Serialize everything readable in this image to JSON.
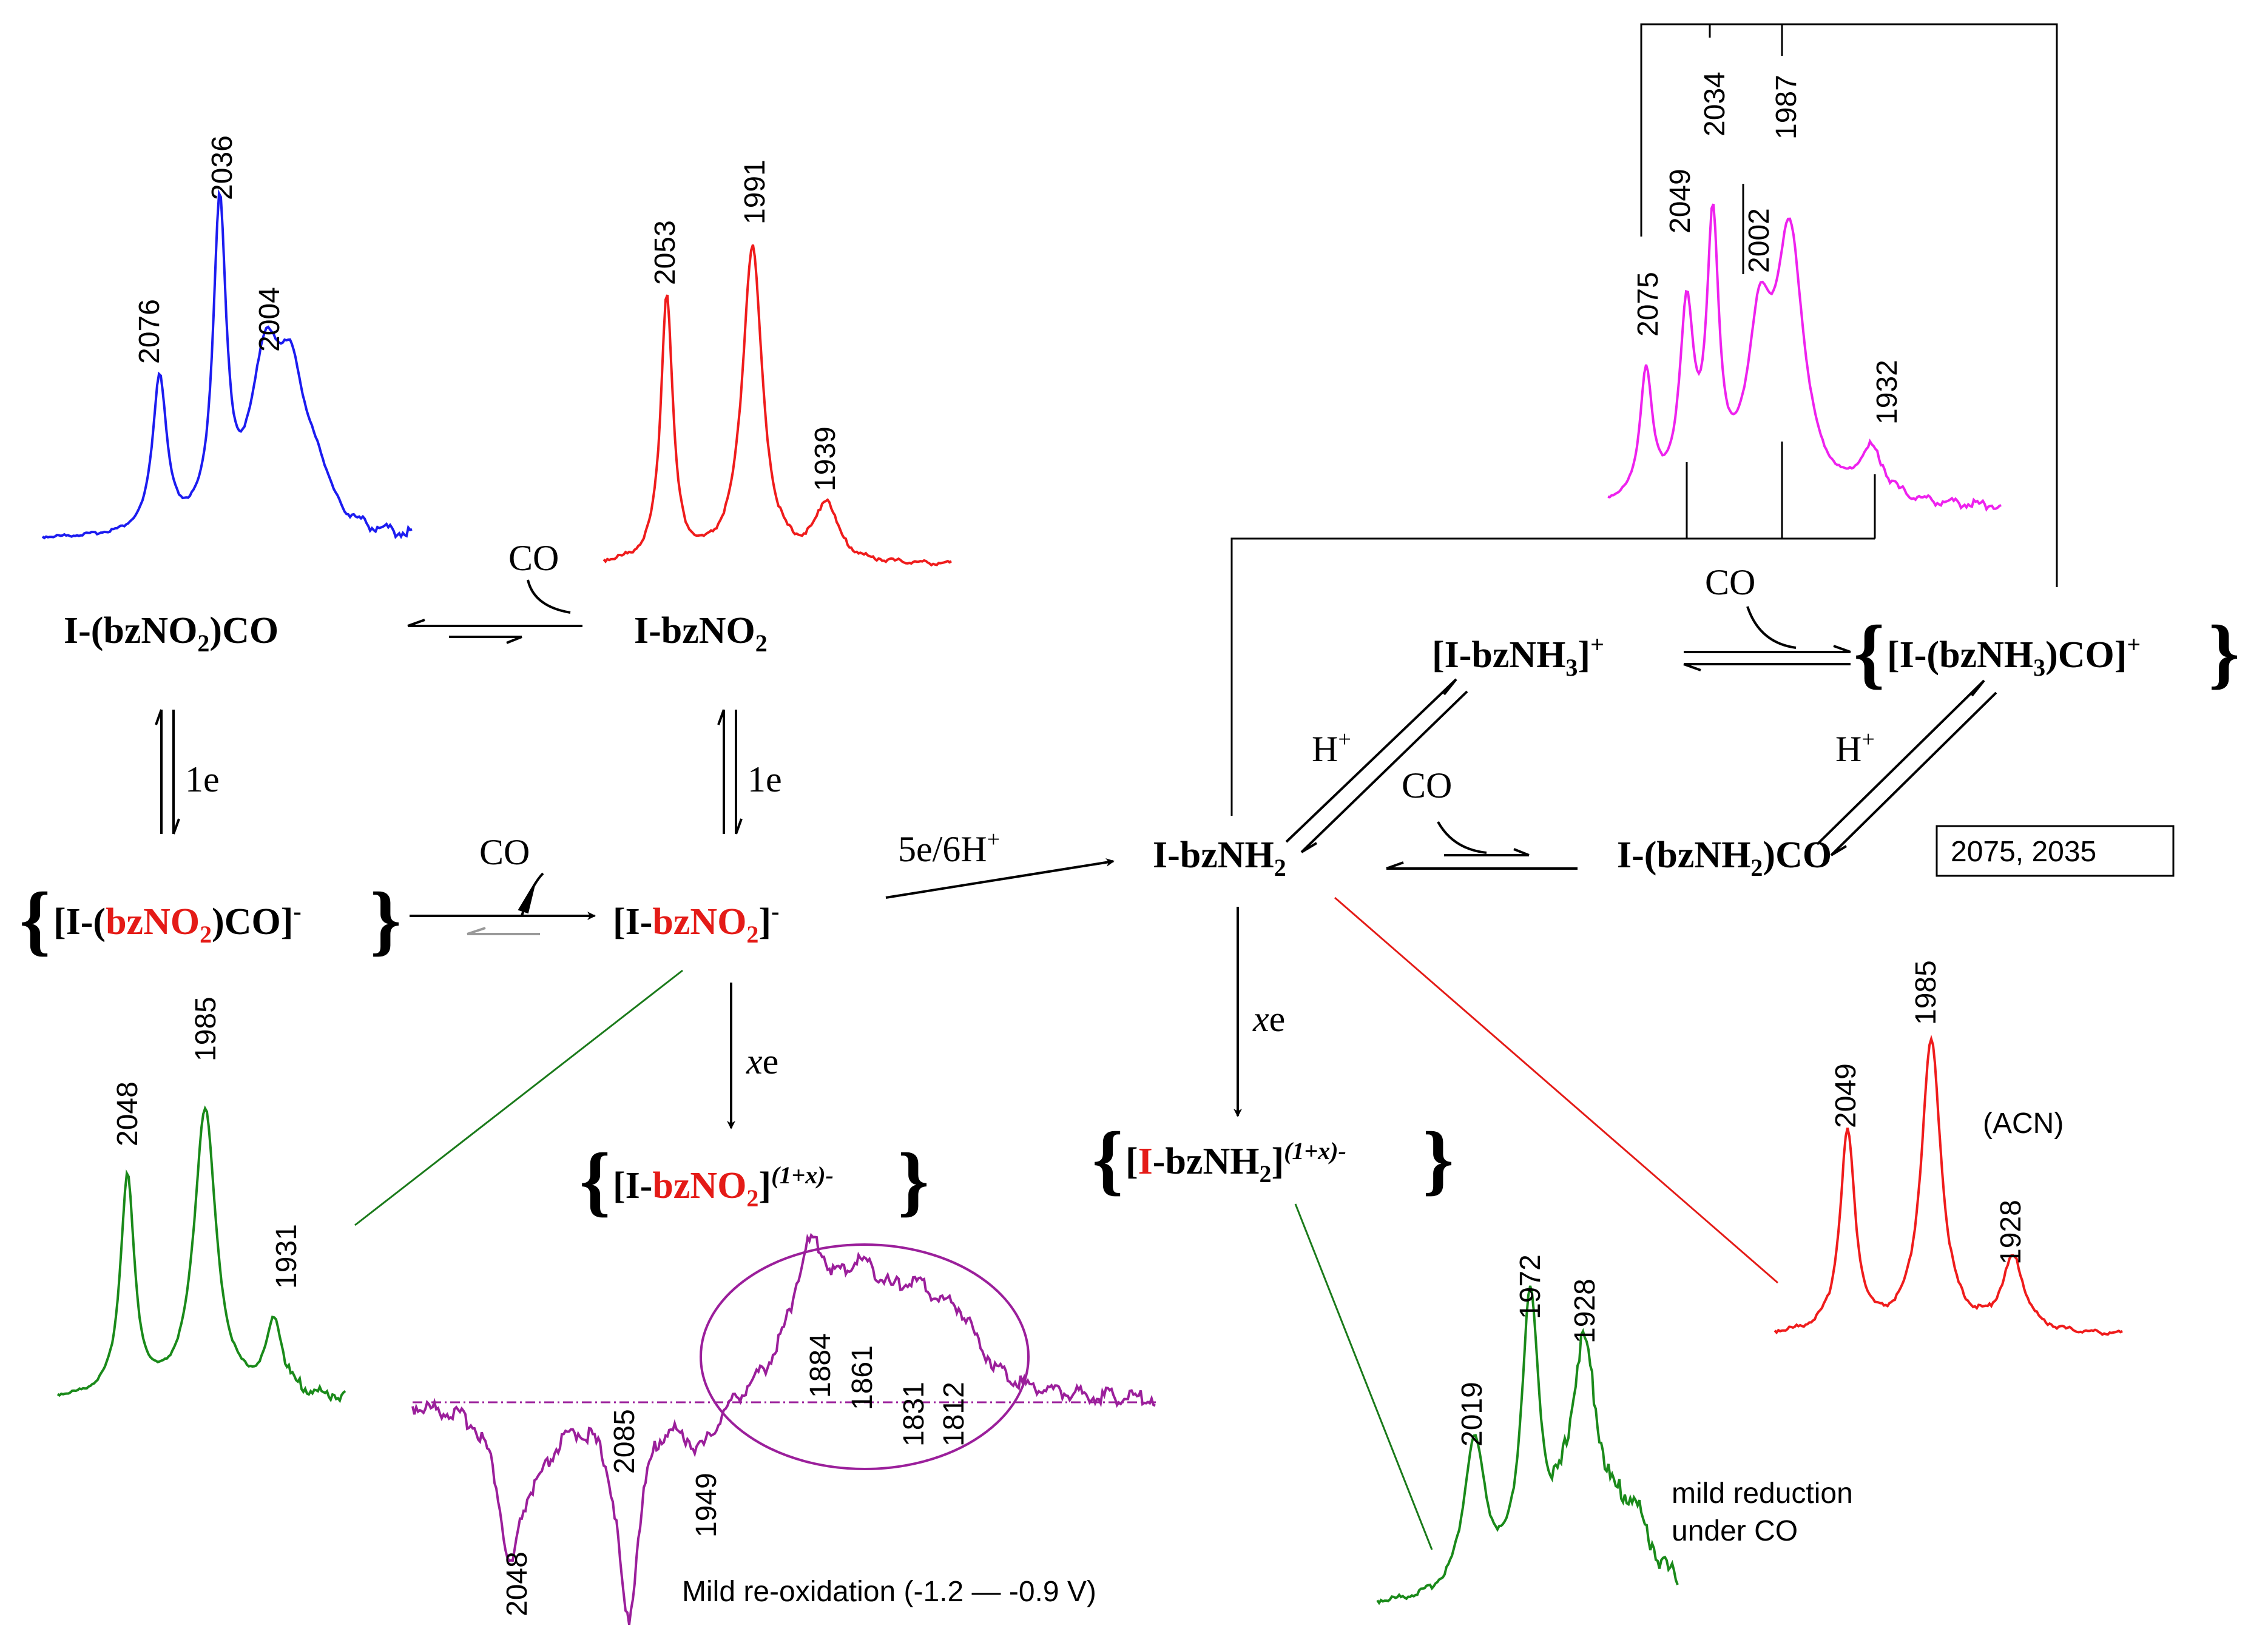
{
  "colors": {
    "blue": "#1c1cf0",
    "red": "#ef1c1c",
    "green": "#1a8a1a",
    "magenta": "#ee22ee",
    "purple": "#9b1f9b",
    "dark_green_line": "#1a7a1a",
    "red_line": "#e41b17",
    "black": "#000000"
  },
  "spectra": {
    "blue": {
      "peaks": [
        "2076",
        "2036",
        "2004"
      ]
    },
    "red_top": {
      "peaks": [
        "2053",
        "1991",
        "1939"
      ]
    },
    "magenta": {
      "peaks": [
        "2075",
        "2049",
        "2034",
        "2002",
        "1987",
        "1932"
      ]
    },
    "green_left": {
      "peaks": [
        "2048",
        "1985",
        "1931"
      ]
    },
    "purple_diff": {
      "peaks": [
        "2048",
        "2085",
        "1949",
        "1884",
        "1861",
        "1831",
        "1812"
      ],
      "caption": "Mild re-oxidation (-1.2 — -0.9 V)"
    },
    "green_right": {
      "peaks": [
        "2019",
        "1972",
        "1928"
      ],
      "caption_line1": "mild reduction",
      "caption_line2": "under CO"
    },
    "red_right": {
      "peaks": [
        "2049",
        "1985",
        "1928"
      ],
      "solvent": "(ACN)"
    }
  },
  "species": {
    "i_bzno2_co": {
      "a": "I-(bzNO",
      "sub": "2",
      "b": ")CO"
    },
    "i_bzno2": {
      "a": "I-bzNO",
      "sub": "2"
    },
    "i_bzno2_co_anion": {
      "a": "[I-(",
      "red": "bzNO",
      "red_sub": "2",
      "b": ")CO]",
      "sup": "-"
    },
    "i_bzno2_anion": {
      "a": "[I-",
      "red": "bzNO",
      "red_sub": "2",
      "b": "]",
      "sup": "-"
    },
    "i_bzno2_reduced": {
      "a": "[I-",
      "red": "bzNO",
      "red_sub": "2",
      "b": "]",
      "sup": "(1+x)-"
    },
    "i_bznh2": {
      "a": "I-bzNH",
      "sub": "2"
    },
    "i_bznh2_co": {
      "a": "I-(bzNH",
      "sub": "2",
      "b": ")CO"
    },
    "i_bznh3": {
      "a": "[I-bzNH",
      "sub": "3",
      "b": "]",
      "sup": "+"
    },
    "i_bznh3_co": {
      "a": "[I-(bzNH",
      "sub": "3",
      "b": ")CO]",
      "sup": "+"
    },
    "i_bznh2_reduced": {
      "a": "[",
      "red": "I",
      "b": "-bzNH",
      "sub": "2",
      "c": "]",
      "sup": "(1+x)-"
    }
  },
  "arrows": {
    "co": "CO",
    "one_e": "1e",
    "five_e": "5e/6H",
    "five_e_sup": "+",
    "h_plus": "H",
    "h_plus_sup": "+",
    "x_italic": "x",
    "e": "e"
  },
  "box_label": "2075, 2035"
}
